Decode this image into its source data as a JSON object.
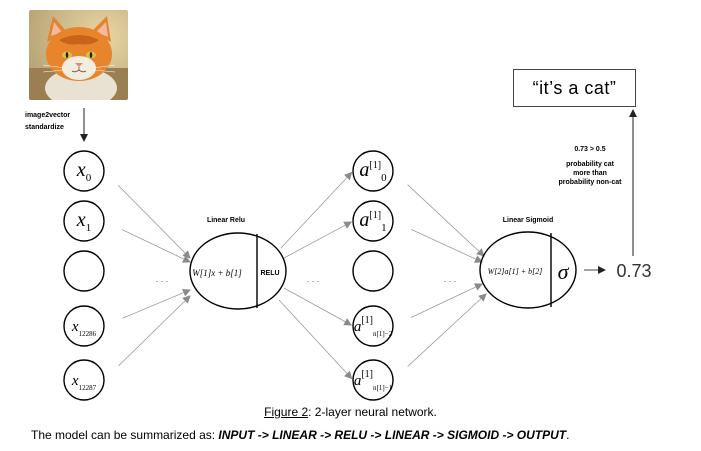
{
  "image_alt": "cat",
  "labels": {
    "image2vector": "image2vector",
    "standardize": "standardize",
    "linear_relu": "Linear Relu",
    "linear_sigmoid": "Linear Sigmoid",
    "relu": "RELU",
    "ellipsis": ". . ."
  },
  "output": {
    "text": "“it’s a cat”",
    "value": "0.73",
    "note_comparison": "0.73 > 0.5",
    "note_line1": "probability cat",
    "note_line2": "more than",
    "note_line3": "probability non-cat"
  },
  "input_nodes": [
    {
      "base": "x",
      "sub": "0"
    },
    {
      "base": "x",
      "sub": "1"
    },
    {
      "base": "",
      "sub": ""
    },
    {
      "base": "x",
      "sub": "12286"
    },
    {
      "base": "x",
      "sub": "12287"
    }
  ],
  "hidden_nodes": [
    {
      "base": "a",
      "sup": "[1]",
      "sub": "0"
    },
    {
      "base": "a",
      "sup": "[1]",
      "sub": "1"
    },
    {
      "base": "",
      "sup": "",
      "sub": ""
    },
    {
      "base": "a",
      "sup": "[1]",
      "sub": "n[1]−2"
    },
    {
      "base": "a",
      "sup": "[1]",
      "sub": "n[1]−1"
    }
  ],
  "formulas": {
    "layer1": "W[1]x + b[1]",
    "layer2": "W[2]a[1] + b[2]",
    "sigma": "σ"
  },
  "caption": {
    "figure_ref": "Figure 2",
    "figure_text": ": 2-layer neural network."
  },
  "summary": {
    "prefix": "The model can be summarized as: ",
    "pipeline": "INPUT -> LINEAR -> RELU -> LINEAR -> SIGMOID -> OUTPUT",
    "suffix": "."
  }
}
